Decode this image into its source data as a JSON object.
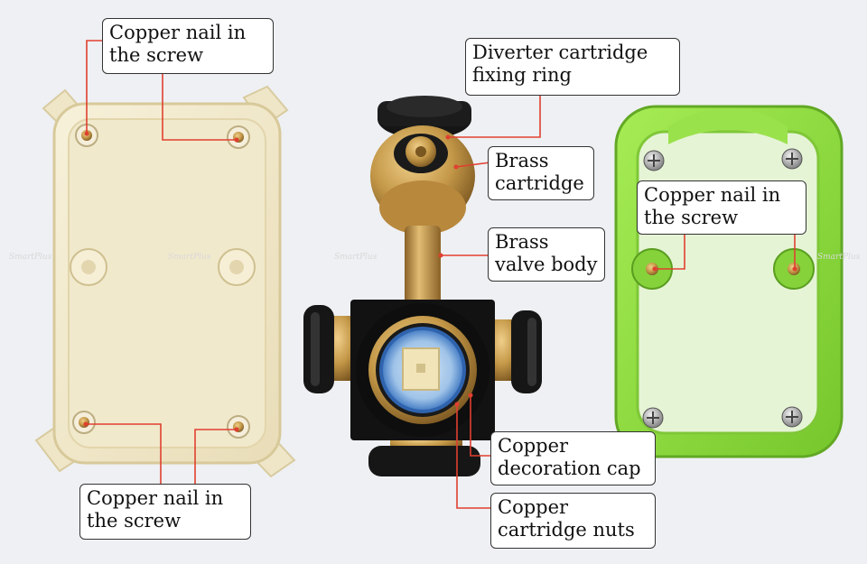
{
  "callouts": {
    "nail_top_left": {
      "line1": "Copper nail in",
      "line2": "the screw"
    },
    "diverter_ring": {
      "line1": "Diverter cartridge",
      "line2": "fixing ring"
    },
    "brass_cartridge": {
      "line1": "Brass",
      "line2": "cartridge"
    },
    "nail_right": {
      "line1": "Copper nail in",
      "line2": "the screw"
    },
    "valve_body": {
      "line1": "Brass",
      "line2": "valve body"
    },
    "nail_bottom_left": {
      "line1": "Copper nail in",
      "line2": "the screw"
    },
    "decoration_cap": {
      "line1": "Copper",
      "line2": "decoration cap"
    },
    "cartridge_nuts": {
      "line1": "Copper",
      "line2": "cartridge nuts"
    }
  },
  "watermark": "SmartPlus",
  "colors": {
    "background": "#eef0f3",
    "beige_box": "#f3ecd2",
    "green_frame": "#8fdc3c",
    "brass": "#c49848",
    "black_rubber": "#151515",
    "leader_line": "#e04030"
  }
}
